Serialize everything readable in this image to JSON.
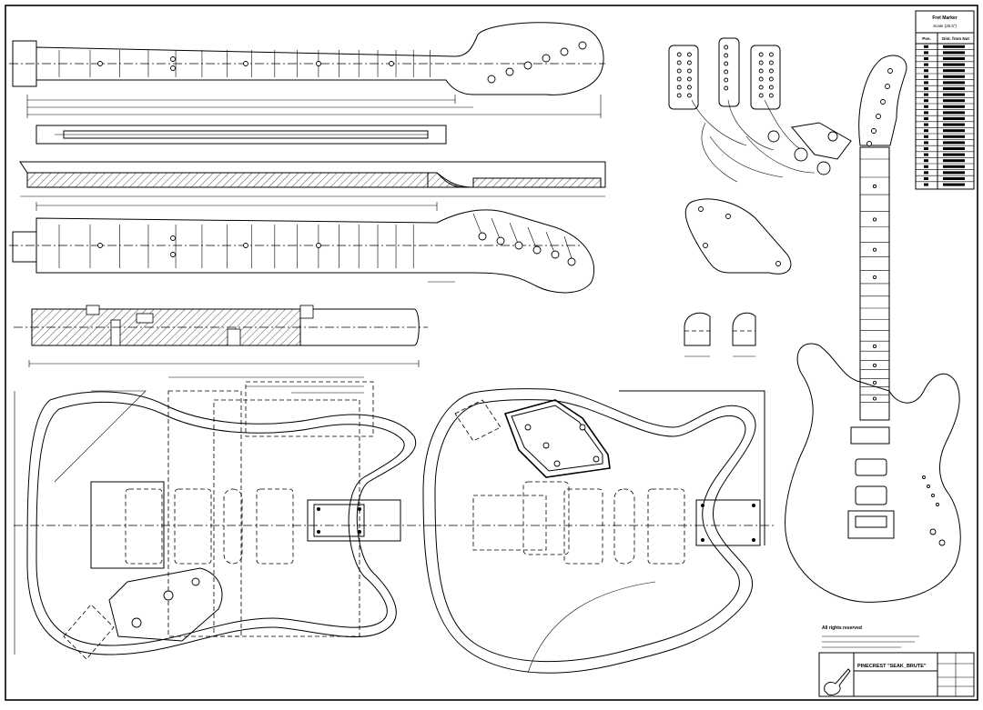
{
  "title_block": {
    "rights_line": "All rights reserved",
    "drawing_name": "PINECREST \"SEAK_BRUTE\""
  },
  "fret_table": {
    "title": "Fret Marker",
    "subtitle": "Scale (25.5\")",
    "col_pos": "Pos.",
    "col_dist": "Dist. from Nut"
  },
  "icons": {
    "logo": "guitar-logo-icon"
  },
  "colors": {
    "line": "#000000",
    "paper": "#ffffff"
  }
}
